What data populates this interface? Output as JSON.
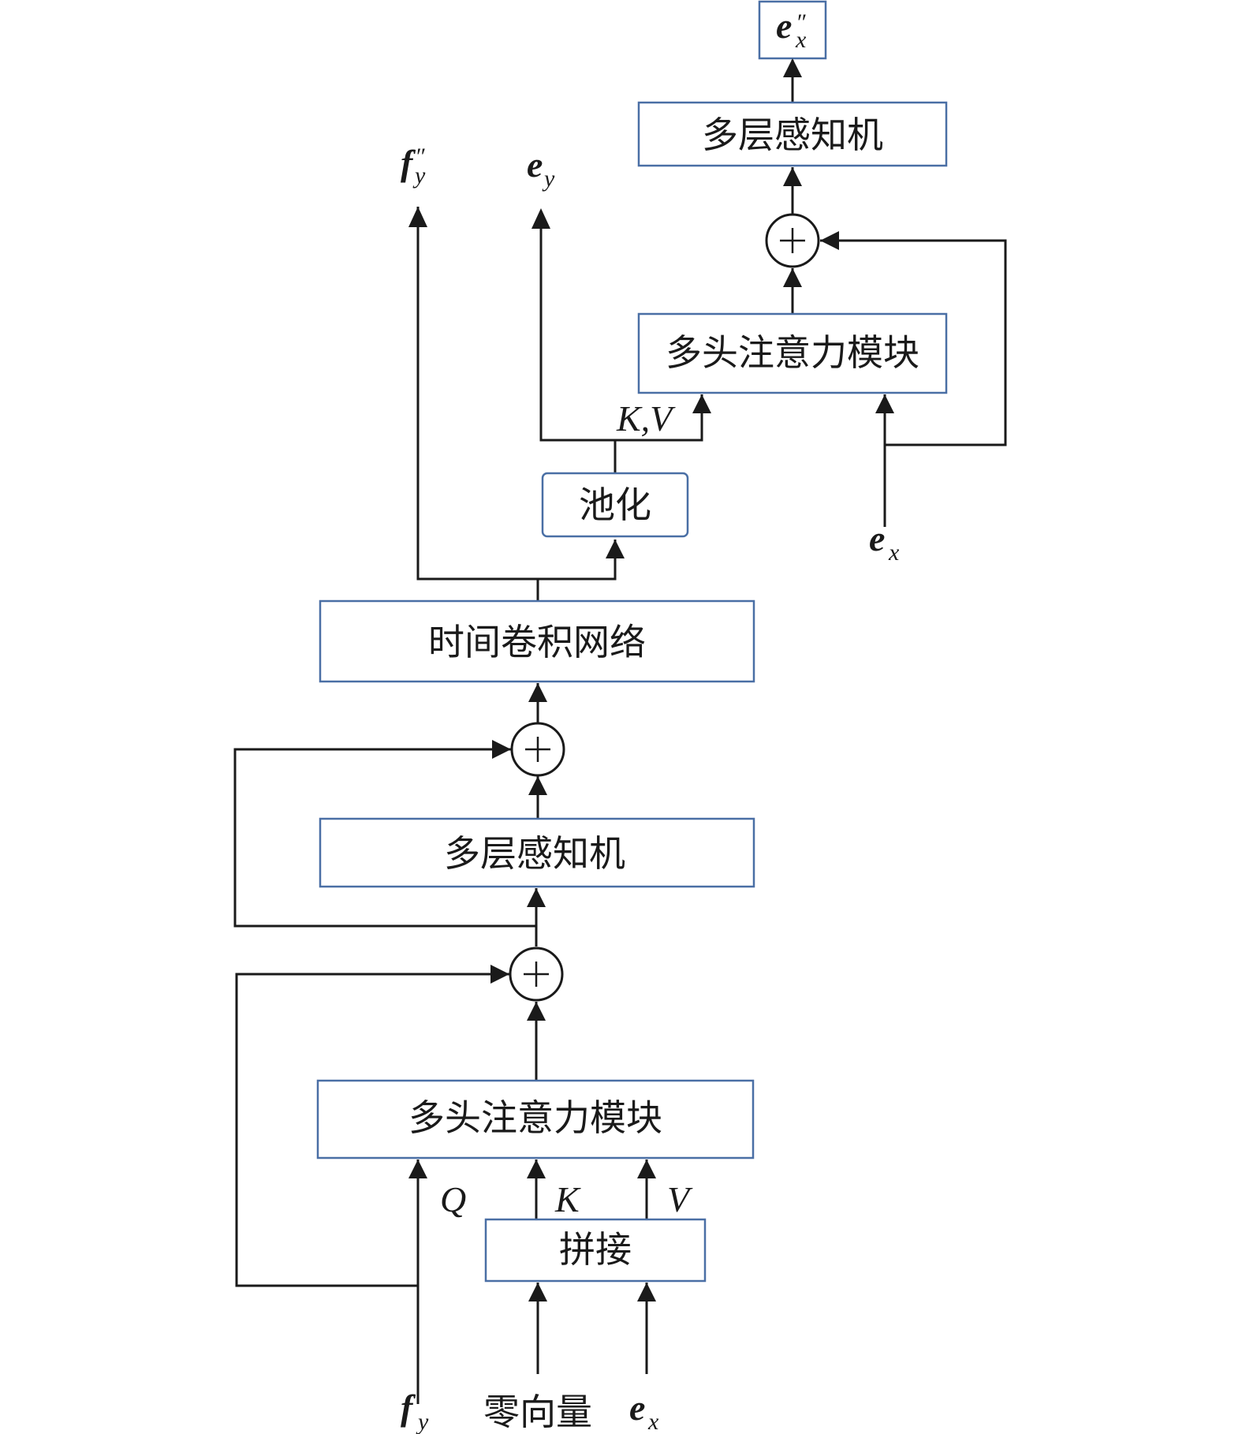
{
  "blocks": {
    "output_box": "e",
    "mlp_top": "多层感知机",
    "mha_top": "多头注意力模块",
    "pool": "池化",
    "tcn": "时间卷积网络",
    "mlp_bottom": "多层感知机",
    "mha_bottom": "多头注意力模块",
    "concat": "拼接"
  },
  "labels": {
    "fy_out": {
      "base": "f",
      "sub": "y",
      "prime": "″"
    },
    "ey_out": {
      "base": "e",
      "sub": "y"
    },
    "ex_out": {
      "base": "e",
      "sub": "x",
      "prime": "″"
    },
    "ex_in_top": {
      "base": "e",
      "sub": "x"
    },
    "kv_top": "K,V",
    "q": "Q",
    "k": "K",
    "v": "V",
    "fy_in": {
      "base": "f",
      "sub": "y"
    },
    "zero_vector": "零向量",
    "ex_in_bottom": {
      "base": "e",
      "sub": "x"
    }
  },
  "operators": {
    "add": "+"
  }
}
